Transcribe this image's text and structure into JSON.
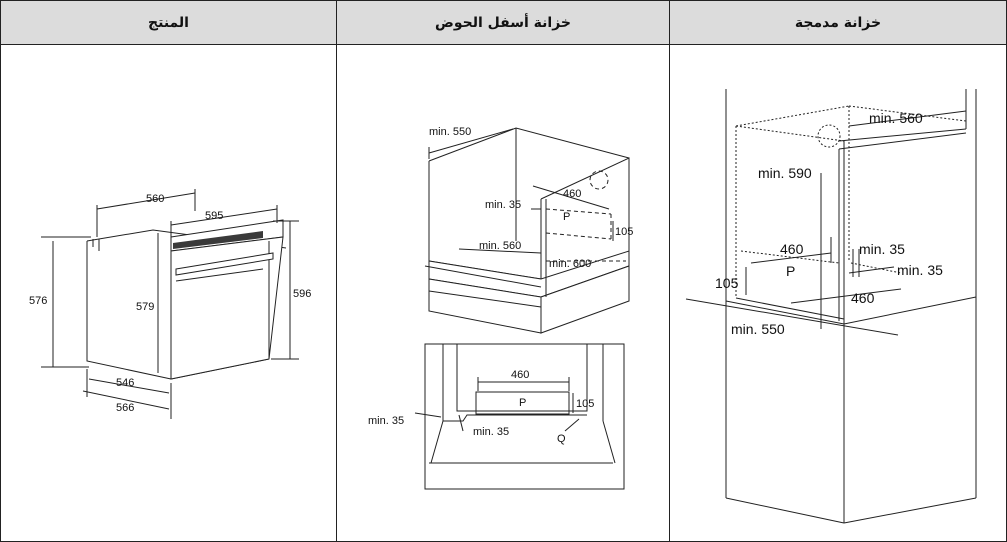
{
  "headers": {
    "product": "المنتج",
    "undercounter": "خزانة أسفل الحوض",
    "builtin": "خزانة مدمجة"
  },
  "product": {
    "w560": "560",
    "w595": "595",
    "h576": "576",
    "h579": "579",
    "h596": "596",
    "d546": "546",
    "d566": "566"
  },
  "undercounter": {
    "min550": "min. 550",
    "min35": "min. 35",
    "d460": "460",
    "p": "P",
    "d105": "105",
    "min560": "min. 560",
    "min600": "min. 600"
  },
  "plan": {
    "d460": "460",
    "p": "P",
    "d105": "105",
    "min35a": "min. 35",
    "min35b": "min. 35",
    "q": "Q"
  },
  "builtin": {
    "min560": "min. 560",
    "min590": "min. 590",
    "d460a": "460",
    "p": "P",
    "min35a": "min. 35",
    "min35b": "min. 35",
    "d105": "105",
    "d460b": "460",
    "min550": "min. 550"
  }
}
